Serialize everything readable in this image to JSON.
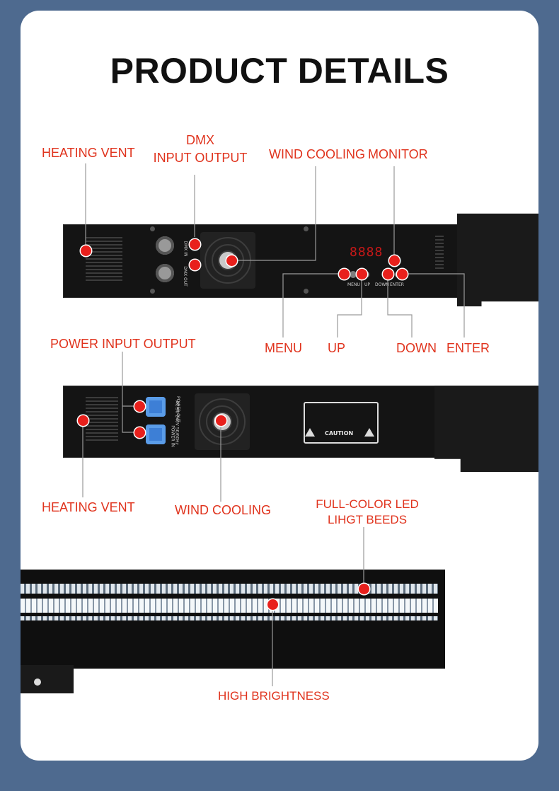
{
  "title": "PRODUCT DETAILS",
  "labels": {
    "heating_vent_top": "HEATING VENT",
    "dmx_line1": "DMX",
    "dmx_line2": "INPUT OUTPUT",
    "wind_cooling_top": "WIND COOLING",
    "monitor": "MONITOR",
    "menu": "MENU",
    "up": "UP",
    "down": "DOWN",
    "enter": "ENTER",
    "power_input_output": "POWER INPUT OUTPUT",
    "heating_vent_bottom": "HEATING VENT",
    "wind_cooling_bottom": "WIND COOLING",
    "full_color_line1": "FULL-COLOR LED",
    "full_color_line2": "LIHGT BEEDS",
    "high_brightness": "HIGH BRIGHTNESS"
  },
  "panel_top": {
    "dmx_in": "DMX IN",
    "dmx_out": "DMX OUT",
    "display": "8888",
    "btn_menu": "MENU",
    "btn_up": "UP",
    "btn_down": "DOWN",
    "btn_enter": "ENTER"
  },
  "panel_bottom": {
    "power_out": "POWER OUT",
    "power_in": "POWER IN",
    "voltage": "AC:90-240V 50/60Hz",
    "caution": "CAUTION"
  },
  "colors": {
    "background": "#4e6a8f",
    "card": "#ffffff",
    "label": "#e0331d",
    "marker": "#e8201c"
  }
}
